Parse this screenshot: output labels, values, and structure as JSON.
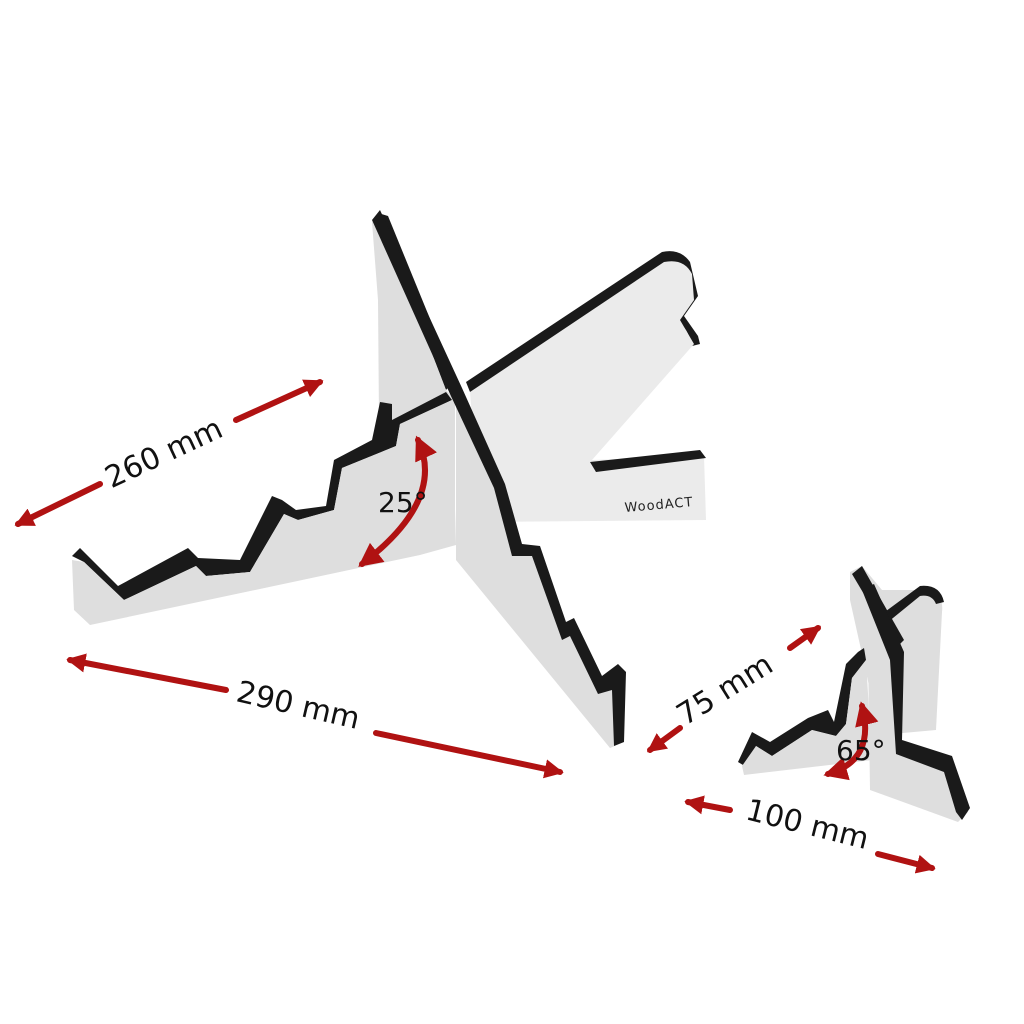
{
  "brand": "WoodACT",
  "colors": {
    "arrow": "#b01212",
    "panel_fill": "#dedede",
    "panel_light": "#ebebeb",
    "panel_edge": "#1a1a1a",
    "text": "#111111",
    "background": "#ffffff"
  },
  "large_stand": {
    "depth_label": "260 mm",
    "width_label": "290 mm",
    "angle_label": "25°"
  },
  "small_stand": {
    "depth_label": "75 mm",
    "width_label": "100 mm",
    "angle_label": "65°"
  }
}
